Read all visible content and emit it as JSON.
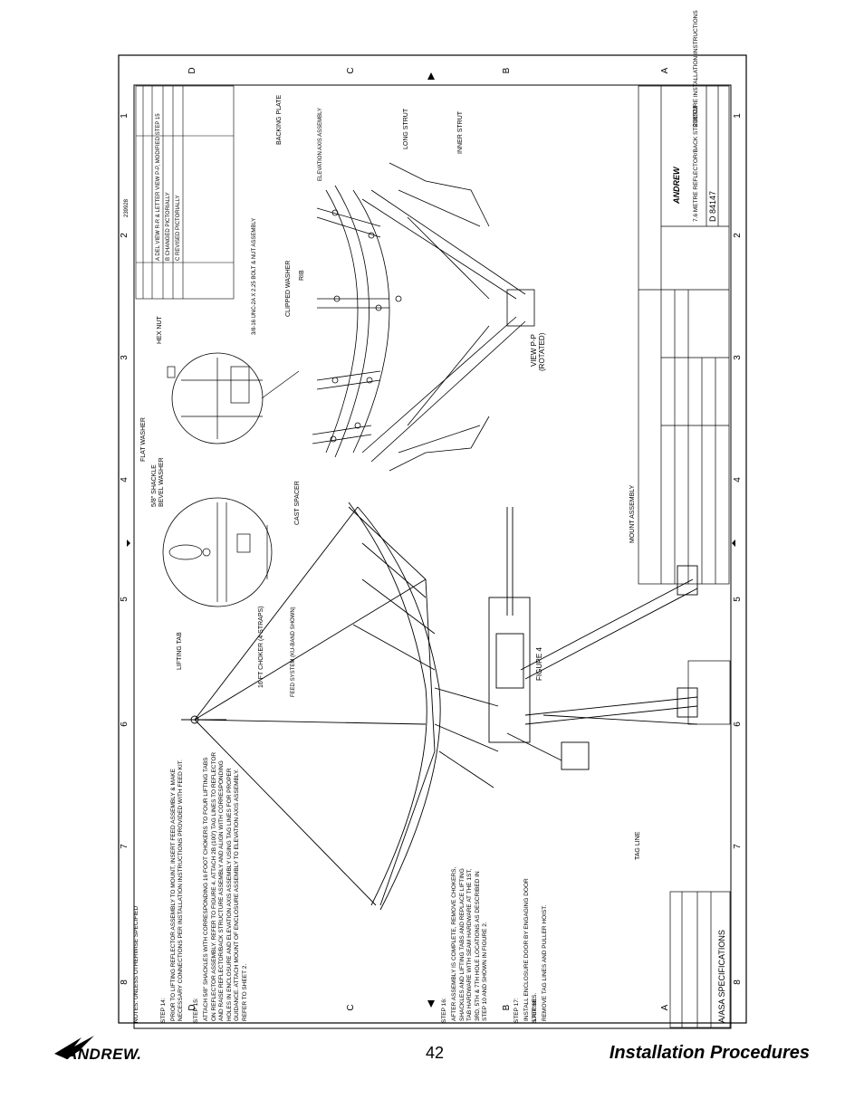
{
  "footer": {
    "brand_name": "ANDREW.",
    "page_number": "42",
    "section_title": "Installation Procedures"
  },
  "sheet": {
    "zone_numbers": [
      "8",
      "7",
      "6",
      "5",
      "4",
      "3",
      "2",
      "1"
    ],
    "zone_letters": [
      "D",
      "C",
      "B",
      "A"
    ],
    "drawing_number": "D 84147",
    "dwg_code": "239928",
    "title": "7.6 METRE REFLECTOR/BACK STRUCTURE INSTALLATION INSTRUCTIONS",
    "title_company": "ANDREW",
    "figure_label": "FIGURE 4",
    "view_label": "VIEW P-P",
    "view_sub": "(ROTATED)",
    "spec_label": "A/ASA SPECIFICATIONS",
    "callouts": {
      "hex_nut": "HEX NUT",
      "flat_washer": "FLAT WASHER",
      "shackle": "5/8\" SHACKLE",
      "bevel_washer": "BEVEL WASHER",
      "cast_spacer": "CAST SPACER",
      "bolt_nut": "3/8-16 UNC-2A X 2.25 BOLT & NUT ASSEMBLY",
      "clipped_washer": "CLIPPED WASHER",
      "rib": "RIB",
      "backing_plate": "BACKING PLATE",
      "elevation_axis": "ELEVATION AXIS ASSEMBLY",
      "long_strut": "LONG STRUT",
      "inner_strut": "INNER STRUT",
      "lifting_tab": "LIFTING TAB",
      "choker": "16 FT CHOKER (4 STRAPS)",
      "feed_system": "FEED SYSTEM (KU-BAND SHOWN)",
      "mount_assembly": "MOUNT ASSEMBLY",
      "tag_line": "TAG LINE"
    },
    "revisions": [
      "A  DEL VIEW R-R & LETTER VIEW P-P, MODIFIED STEP 15",
      "B  CHANGED PICTORIALLY",
      "C  REVISED PICTORIALLY"
    ],
    "steps": {
      "step14_head": "STEP 14:",
      "step14": "PRIOR TO LIFTING REFLECTOR ASSEMBLY TO MOUNT, INSERT FEED ASSEMBLY & MAKE NECESSARY CONNECTIONS PER INSTALLATION INSTRUCTIONS PROVIDED WITH FEED KIT.",
      "step15_head": "STEP 15:",
      "step15": "ATTACH 5/8\" SHACKLES WITH CORRESPONDING 16 FOOT CHOKERS TO FOUR LIFTING TABS ON REFLECTOR ASSEMBLY. REFER TO FIGURE 4. ATTACH 2B (100') TAG LINES TO REFLECTOR AND RAISE REFLECTOR/BACK STRUCTURE ASSEMBLY AND ALIGN WITH CORRESPONDING HOLES IN ENCLOSURE AND ELEVATION AXIS ASSEMBLY USING TAG LINES FOR PROPER GUIDANCE. ATTACH MOUNT OF ENCLOSURE ASSEMBLY TO ELEVATION AXIS ASSEMBLY. REFER TO SHEET 2.",
      "step16_head": "STEP 16:",
      "step16": "AFTER ASSEMBLY IS COMPLETE, REMOVE CHOKERS, SHACKLES AND LIFTING TABS AND REPLACE LIFTING TAB HARDWARE WITH SEAM HARDWARE AT THE 1ST, 3RD, 5TH & 7TH HOLE LOCATIONS AS DESCRIBED IN STEP 10 AND SHOWN IN FIGURE 2.",
      "step17_head": "STEP 17:",
      "step17": "INSTALL ENCLOSURE DOOR BY ENGAGING DOOR LATCHES.",
      "step18_head": "STEP 18:",
      "step18": "REMOVE TAG LINES AND PULLER HOIST."
    },
    "notes_head": "NOTES: UNLESS OTHERWISE SPECIFIED"
  }
}
